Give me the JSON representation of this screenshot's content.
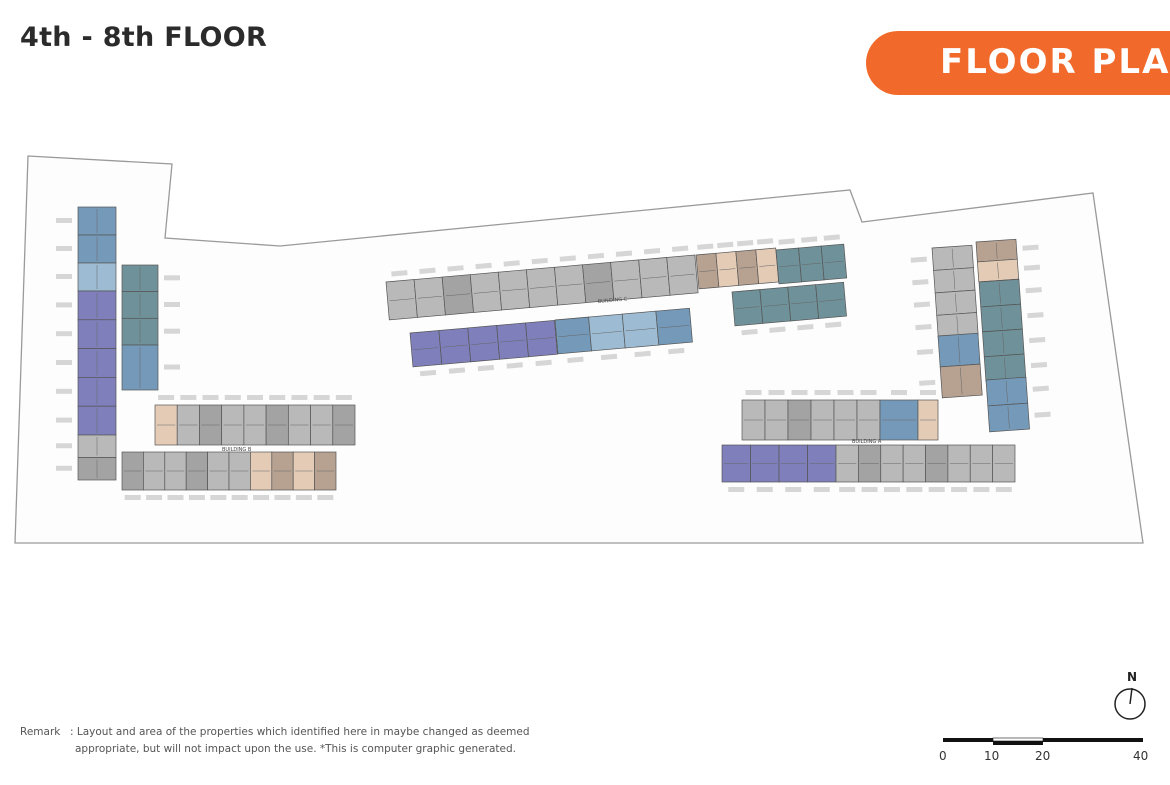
{
  "header": {
    "title": "4th - 8th FLOOR",
    "badge": "FLOOR PLAN"
  },
  "buildings": {
    "a": "BUILDING A",
    "b": "BUILDING B",
    "c": "BUILDING C"
  },
  "remark": {
    "label": "Remark",
    "line1": ": Layout and area of the properties which identified here in maybe changed as deemed",
    "line2": "appropriate, but will not impact upon the use. *This is computer graphic generated."
  },
  "north_label": "N",
  "scale": {
    "ticks": [
      "0",
      "10",
      "20",
      "40"
    ]
  },
  "colors": {
    "accent": "#f26a2b",
    "gray": "#b9b9b9",
    "gray_dark": "#a3a3a3",
    "purple": "#7f80bb",
    "blue": "#7599b8",
    "light_blue": "#9dbcd3",
    "teal": "#6f9199",
    "peach": "#e3cbb6",
    "tan": "#b7a292"
  }
}
